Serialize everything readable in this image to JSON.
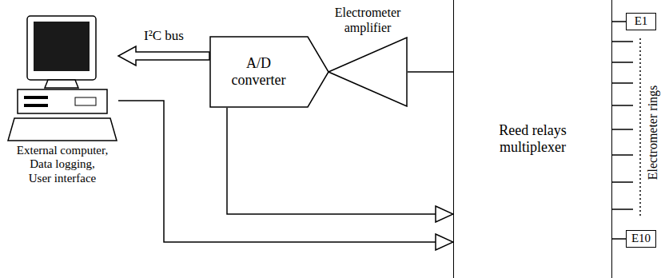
{
  "diagram": {
    "nodes": [
      {
        "text": [
          "External computer,",
          "Data logging,",
          "User interface"
        ]
      },
      {
        "text": [
          "A/D converter"
        ]
      },
      {
        "text": [
          "Electrometer amplifier"
        ]
      },
      {
        "text": [
          "Reed relays multiplexer"
        ]
      },
      {
        "text": [
          "E1"
        ]
      },
      {
        "text": [
          "E10"
        ]
      }
    ],
    "edges": [
      {
        "from": 1,
        "to": 0,
        "arrow": "to",
        "label": "I²C bus"
      },
      {
        "from": 2,
        "to": 1,
        "arrow": "none"
      },
      {
        "from": 3,
        "to": 2,
        "arrow": "none"
      },
      {
        "from": 3,
        "to": 4,
        "arrow": "none"
      },
      {
        "from": 3,
        "to": 5,
        "arrow": "none"
      },
      {
        "from": 1,
        "to": 3,
        "arrow": "to"
      },
      {
        "from": 0,
        "to": 3,
        "arrow": "to"
      }
    ],
    "labels": [
      "Electrometer rings"
    ]
  }
}
